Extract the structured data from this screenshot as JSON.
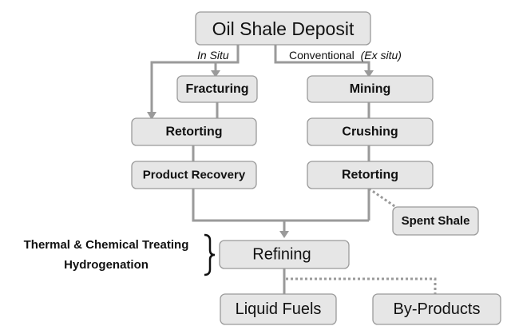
{
  "diagram": {
    "top": "Oil Shale Deposit",
    "branch_in_situ": "In Situ",
    "branch_conventional": "Conventional",
    "branch_conventional_paren": "(Ex situ)",
    "in_situ_steps": [
      "Fracturing",
      "Retorting",
      "Product Recovery"
    ],
    "conventional_steps": [
      "Mining",
      "Crushing",
      "Retorting"
    ],
    "spent_shale": "Spent Shale",
    "refining": "Refining",
    "refining_notes": [
      "Thermal & Chemical Treating",
      "Hydrogenation"
    ],
    "outputs": [
      "Liquid Fuels",
      "By-Products"
    ],
    "colors": {
      "box_fill": "#e6e6e6",
      "box_border": "#9a9a9a",
      "connector": "#9a9a9a",
      "text": "#111111"
    }
  }
}
